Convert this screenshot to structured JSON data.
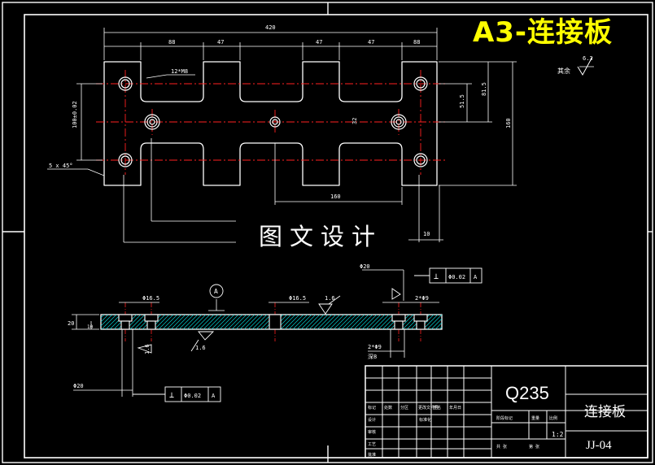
{
  "title_badge": "A3-连接板",
  "watermark": "图文设计",
  "roughness": {
    "label": "其余",
    "value": "6.3"
  },
  "dims": {
    "overall_length": "420",
    "seg_a": "88",
    "seg_b": "47",
    "seg_c": "47",
    "seg_d": "47",
    "seg_e": "88",
    "height_tol": "100±0.02",
    "h_right_1": "51.5",
    "h_right_2": "81.5",
    "h_total": "160",
    "gap": "32",
    "bottom_span": "160",
    "chamfer": "5 x 45°",
    "hole_note": "12*M8",
    "bottom_small": "10"
  },
  "section": {
    "dia_left": "Φ16.5",
    "dia_right": "Φ16.5",
    "rough_top": "1.6",
    "rough_bottom": "1.6",
    "rough_left": "1.6",
    "thickness": "20",
    "inner": "10",
    "bore_tol": "Φ20",
    "datum": "A",
    "note_right_1": "2*Φ9",
    "note_right_2": "2*Φ9",
    "note_right_3": "深8",
    "tol_top_sym": "⊥",
    "tol_top_val": "Φ0.02",
    "tol_top_ref": "A",
    "tol_bot_sym": "⊥",
    "tol_bot_val": "Φ0.02",
    "tol_bot_ref": "A",
    "bore_left": "Φ20"
  },
  "titleblock": {
    "material": "Q235",
    "part_name": "连接板",
    "drawing_no": "JJ-04",
    "scale": "1:2",
    "labels": [
      "标记",
      "处数",
      "分区",
      "更改文件号",
      "签名",
      "年月日",
      "设计",
      "标准化",
      "审核",
      "工艺",
      "批准",
      "阶段标记",
      "重量",
      "比例",
      "共 张",
      "第 张"
    ]
  },
  "colors": {
    "line": "#ffffff",
    "center": "#ff0000",
    "dim": "#ffffff",
    "hatch": "#00d4d4",
    "badge": "#ffff00"
  }
}
